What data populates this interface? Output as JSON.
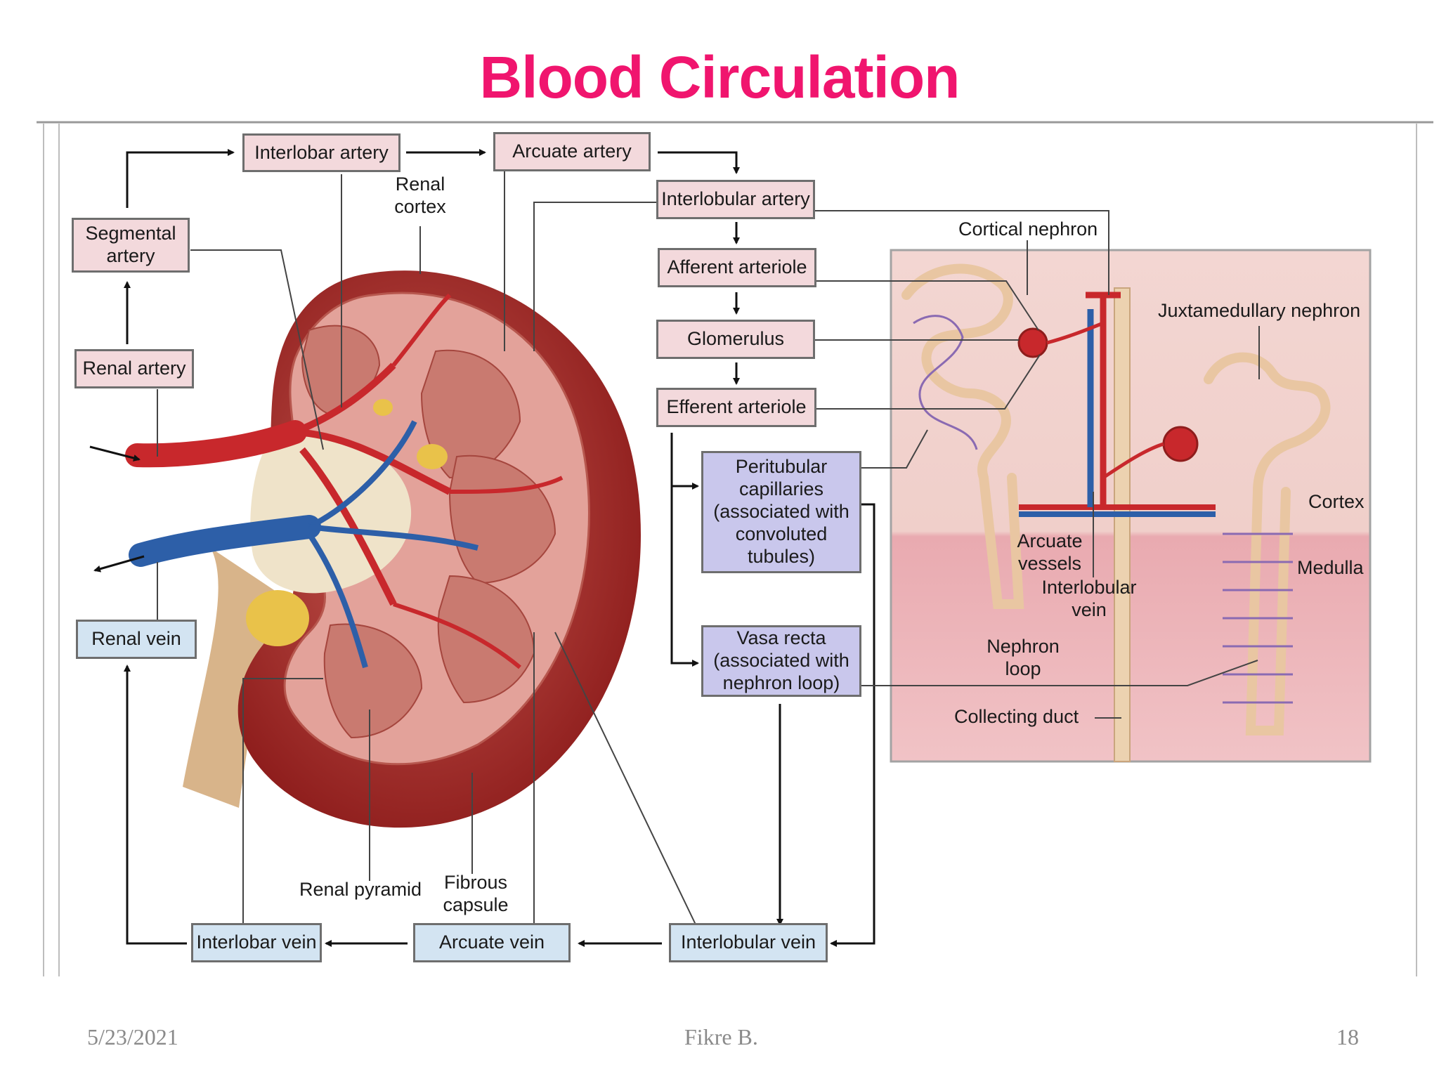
{
  "slide": {
    "title": "Blood Circulation",
    "footer": {
      "date": "5/23/2021",
      "author": "Fikre B.",
      "page": "18"
    }
  },
  "diagram": {
    "arterial_boxes": {
      "interlobar_artery": "Interlobar artery",
      "arcuate_artery": "Arcuate artery",
      "segmental_artery": "Segmental artery",
      "renal_artery": "Renal artery",
      "interlobular_artery": "Interlobular artery",
      "afferent_arteriole": "Afferent arteriole",
      "glomerulus": "Glomerulus",
      "efferent_arteriole": "Efferent arteriole"
    },
    "capillary_boxes": {
      "peritubular": "Peritubular capillaries (associated with convoluted tubules)",
      "vasa_recta": "Vasa recta (associated with nephron loop)"
    },
    "venous_boxes": {
      "renal_vein": "Renal vein",
      "interlobar_vein": "Interlobar vein",
      "arcuate_vein": "Arcuate vein",
      "interlobular_vein": "Interlobular vein"
    },
    "kidney_labels": {
      "renal_cortex": "Renal cortex",
      "renal_pyramid": "Renal pyramid",
      "fibrous_capsule": "Fibrous capsule"
    },
    "nephron_labels": {
      "cortical_nephron": "Cortical nephron",
      "juxtamedullary_nephron": "Juxtamedullary nephron",
      "cortex": "Cortex",
      "medulla": "Medulla",
      "arcuate_vessels": "Arcuate vessels",
      "interlobular_vein": "Interlobular vein",
      "nephron_loop": "Nephron loop",
      "collecting_duct": "Collecting duct"
    },
    "colors": {
      "title": "#f0156e",
      "artery": "#c8282c",
      "vein": "#2d5fa8",
      "arterial_box": "#f3d9dc",
      "venous_box": "#d3e4f2",
      "capillary_box": "#c9c7ec"
    }
  }
}
